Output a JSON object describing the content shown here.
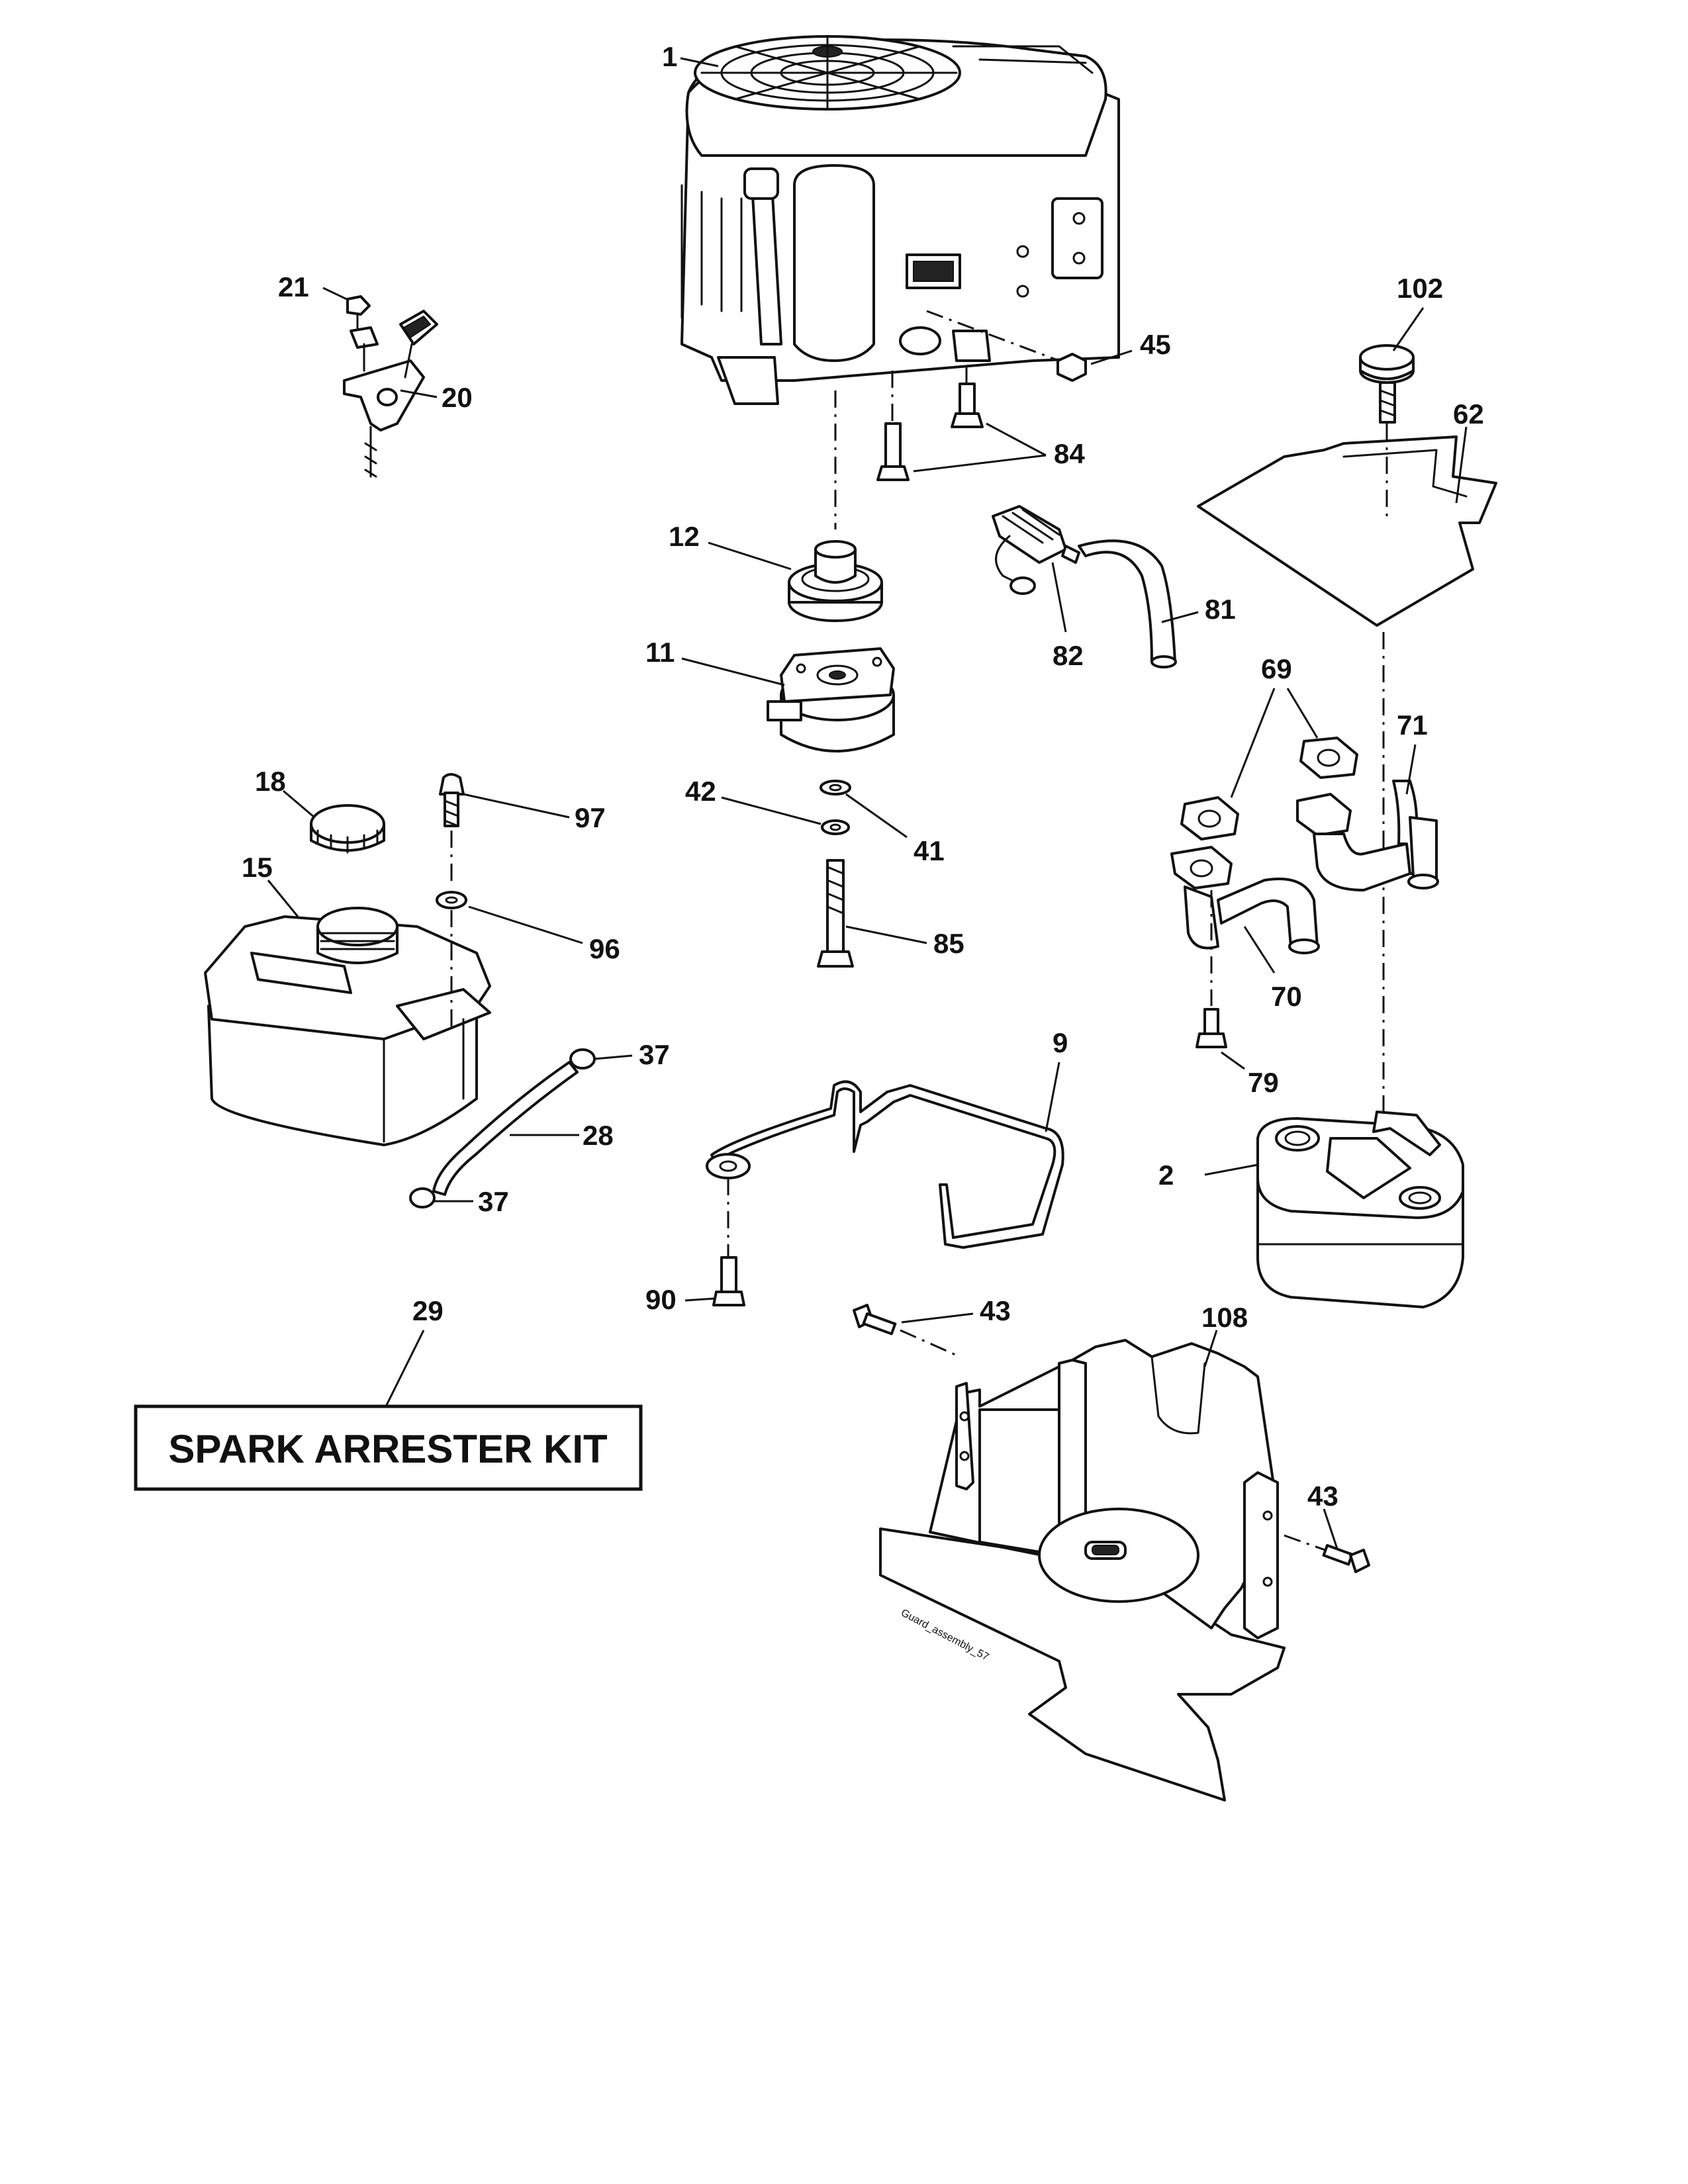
{
  "callouts": {
    "c1": "1",
    "c2": "2",
    "c9": "9",
    "c11": "11",
    "c12": "12",
    "c15": "15",
    "c18": "18",
    "c20": "20",
    "c21": "21",
    "c28": "28",
    "c29": "29",
    "c37a": "37",
    "c37b": "37",
    "c41": "41",
    "c42": "42",
    "c43a": "43",
    "c43b": "43",
    "c45": "45",
    "c62": "62",
    "c69": "69",
    "c70": "70",
    "c71": "71",
    "c79": "79",
    "c81": "81",
    "c82": "82",
    "c84": "84",
    "c85": "85",
    "c90": "90",
    "c96": "96",
    "c97": "97",
    "c102": "102",
    "c108": "108"
  },
  "kit_label": "SPARK ARRESTER KIT",
  "guard_stamp": "Guard_assembly_57"
}
